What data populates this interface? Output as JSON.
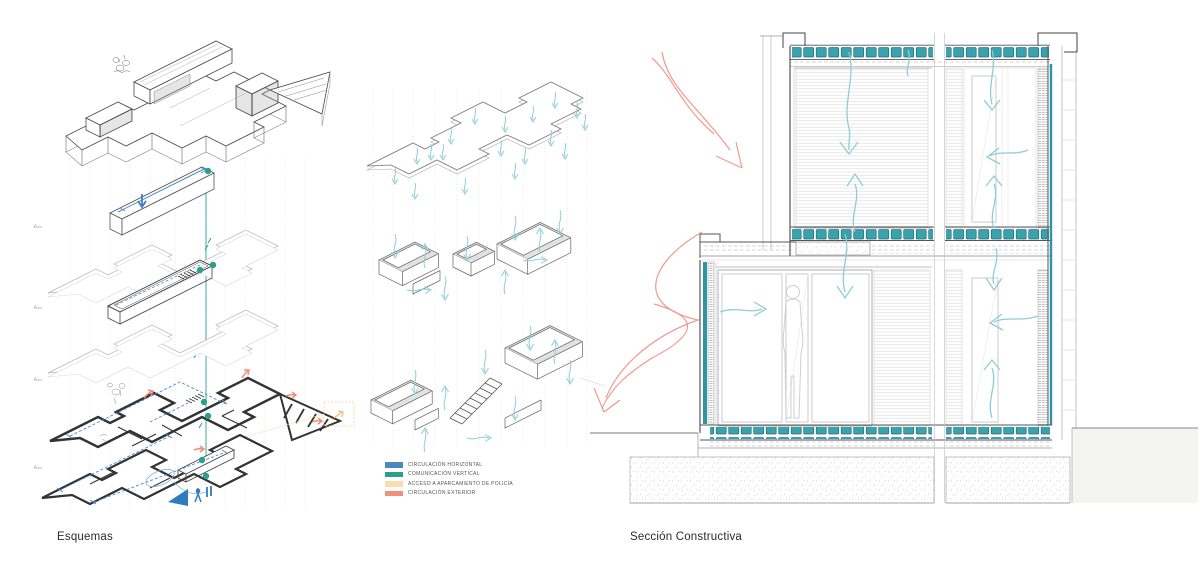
{
  "sheet": {
    "background": "#ffffff",
    "panels": [
      {
        "id": "esquemas",
        "title": "Esquemas"
      },
      {
        "id": "seccion",
        "title": "Sección Constructiva"
      }
    ]
  },
  "legend": {
    "items": [
      {
        "label": "CIRCULACIÓN HORIZONTAL",
        "color": "#4d87bd"
      },
      {
        "label": "COMUNICACIÓN VERTICAL",
        "color": "#2aa08b"
      },
      {
        "label": "ACCESO A APARCAMIENTO DE POLICÍA",
        "color": "#fbdcae"
      },
      {
        "label": "CIRCULACIÓN EXTERIOR",
        "color": "#f0907c"
      }
    ]
  },
  "drawing_colors": {
    "airflow_cyan": "#8fcdd6",
    "structure_teal": "#39a2ad",
    "wind_exterior_red": "#f09a93",
    "circulation_blue": "#4a89c7",
    "vertical_core_green": "#2aa08b"
  }
}
